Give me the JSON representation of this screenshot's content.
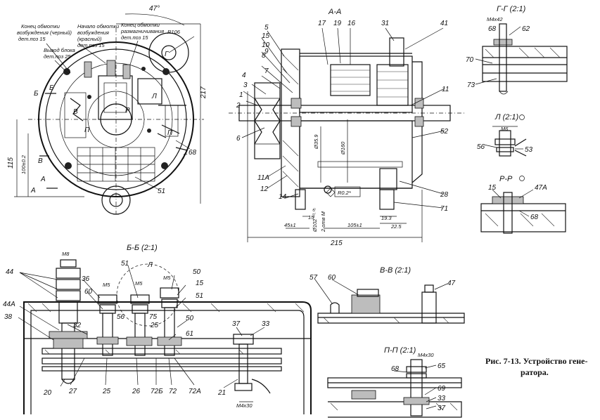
{
  "sections": {
    "aa": "А-А",
    "bb": "Б-Б (2:1)",
    "gg": "Г-Г (2:1)",
    "l": "Л (2:1)",
    "rr": "Р-Р",
    "vv": "В-В (2:1)",
    "pp": "П-П (2:1)"
  },
  "view_letters": {
    "a_left": "А",
    "a_top": "А",
    "b_left": "Б",
    "b_top": "Б",
    "v1": "В",
    "v2": "В",
    "g1": "Г",
    "g2": "Г",
    "p1": "П",
    "p2": "П",
    "r1": "Р",
    "r2": "Р",
    "l_top": "Л",
    "ll": "Л"
  },
  "notes": {
    "field_end_black_1": "Конец обмотки",
    "field_end_black_2": "возбуждения (черный)",
    "field_end_black_3": "дет.поз 15",
    "field_start_red_1": "Начало обмотки",
    "field_start_red_2": "возбуждения",
    "field_start_red_3": "(красный)",
    "field_start_red_4": "дет.поз 15",
    "demag_end_1": "Конец обмотки",
    "demag_end_2": "размагничивания",
    "demag_end_3": "дет.поз 15",
    "block_out_1": "Вывод блока",
    "block_out_2": "дет.поз 25"
  },
  "dimensions": {
    "angle": "47°",
    "r106": "R106",
    "d217": "217",
    "d115": "115",
    "d100": "100±0.2",
    "d215": "215",
    "d105": "105±1",
    "d45": "45±1",
    "d15": "15",
    "d193": "19.3",
    "d225": "22.5",
    "dia359": "Ø35.9",
    "dia160": "Ø160",
    "dia102": "Ø102⁺⁰·⁰⁵",
    "holes": "2 отв М",
    "r02": "R0.2*",
    "m8": "М8",
    "m5a": "М5",
    "m5b": "М5",
    "m5c": "М5",
    "m4x30a": "М4х30",
    "m4x30b": "М4х30",
    "m4x42": "М4х42",
    "m6": "М6"
  },
  "parts": {
    "p1": "1",
    "p2": "2",
    "p3": "3",
    "p4": "4",
    "p5": "5",
    "p6": "6",
    "p7": "7",
    "p8": "8",
    "p9": "9",
    "p10": "10",
    "p11": "11",
    "p11a": "11А",
    "p12": "12",
    "p14": "14",
    "p15": "15",
    "p16": "16",
    "p17": "17",
    "p19": "19",
    "p28": "28",
    "p31": "31",
    "p41": "41",
    "p51": "51",
    "p52": "52",
    "p68": "68",
    "p71": "71",
    "gg68": "68",
    "gg62": "62",
    "gg70": "70",
    "gg73": "73",
    "l56": "56",
    "l53": "53",
    "r15": "15",
    "r47a": "47А",
    "r68": "68",
    "b44": "44",
    "b44a": "44А",
    "b38": "38",
    "b32": "32",
    "b36": "36",
    "b60": "60",
    "b51": "51",
    "b50a": "50",
    "b15": "15",
    "b51b": "51",
    "b56": "56",
    "b75": "75",
    "b25top": "25",
    "b50b": "50",
    "b61": "61",
    "b37": "37",
    "b33": "33",
    "b20": "20",
    "b27": "27",
    "b25": "25",
    "b26": "26",
    "b72b": "72Б",
    "b72": "72",
    "b72a": "72А",
    "b21": "21",
    "v57": "57",
    "v60": "60",
    "v47": "47",
    "p68b": "68",
    "p65": "65",
    "p69": "69",
    "p33": "33",
    "p37": "37"
  },
  "caption": {
    "line1": "Рис. 7-13. Устройство гене-",
    "line2": "ратора."
  }
}
